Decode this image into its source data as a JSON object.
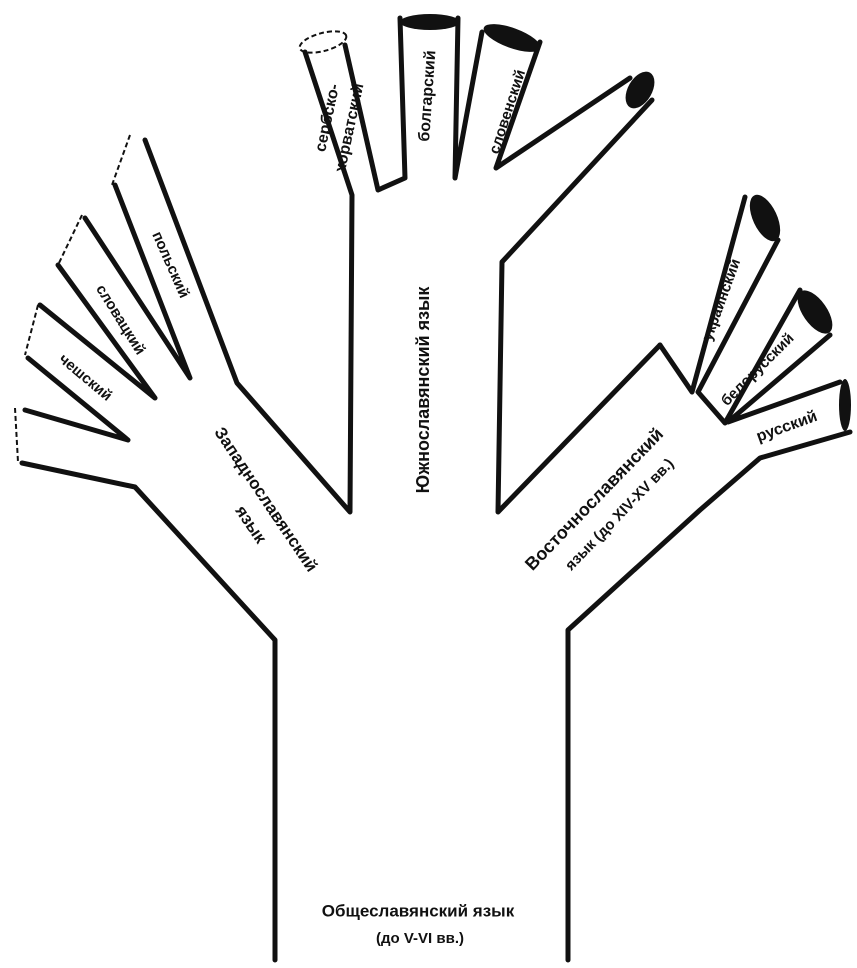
{
  "title": "Славянские языки",
  "root": {
    "label": "Общеславянский язык",
    "period": "(до V-VI вв.)"
  },
  "groups": {
    "west": {
      "label_line1": "Западнославянский",
      "label_line2": "язык"
    },
    "south": {
      "label": "Южнославянский язык"
    },
    "east": {
      "label_line1": "Восточнославянский",
      "label_line2": "язык (до XIV-XV вв.)"
    }
  },
  "languages": {
    "czech": "чешский",
    "slovak": "словацкий",
    "polish": "польский",
    "serbo_croatian_line1": "сербско-",
    "serbo_croatian_line2": "хорватский",
    "bulgarian": "болгарский",
    "slovenian": "словенский",
    "ukrainian": "украинский",
    "belarusian": "белорусский",
    "russian": "русский"
  },
  "colors": {
    "ink": "#111111",
    "paper": "#ffffff"
  }
}
